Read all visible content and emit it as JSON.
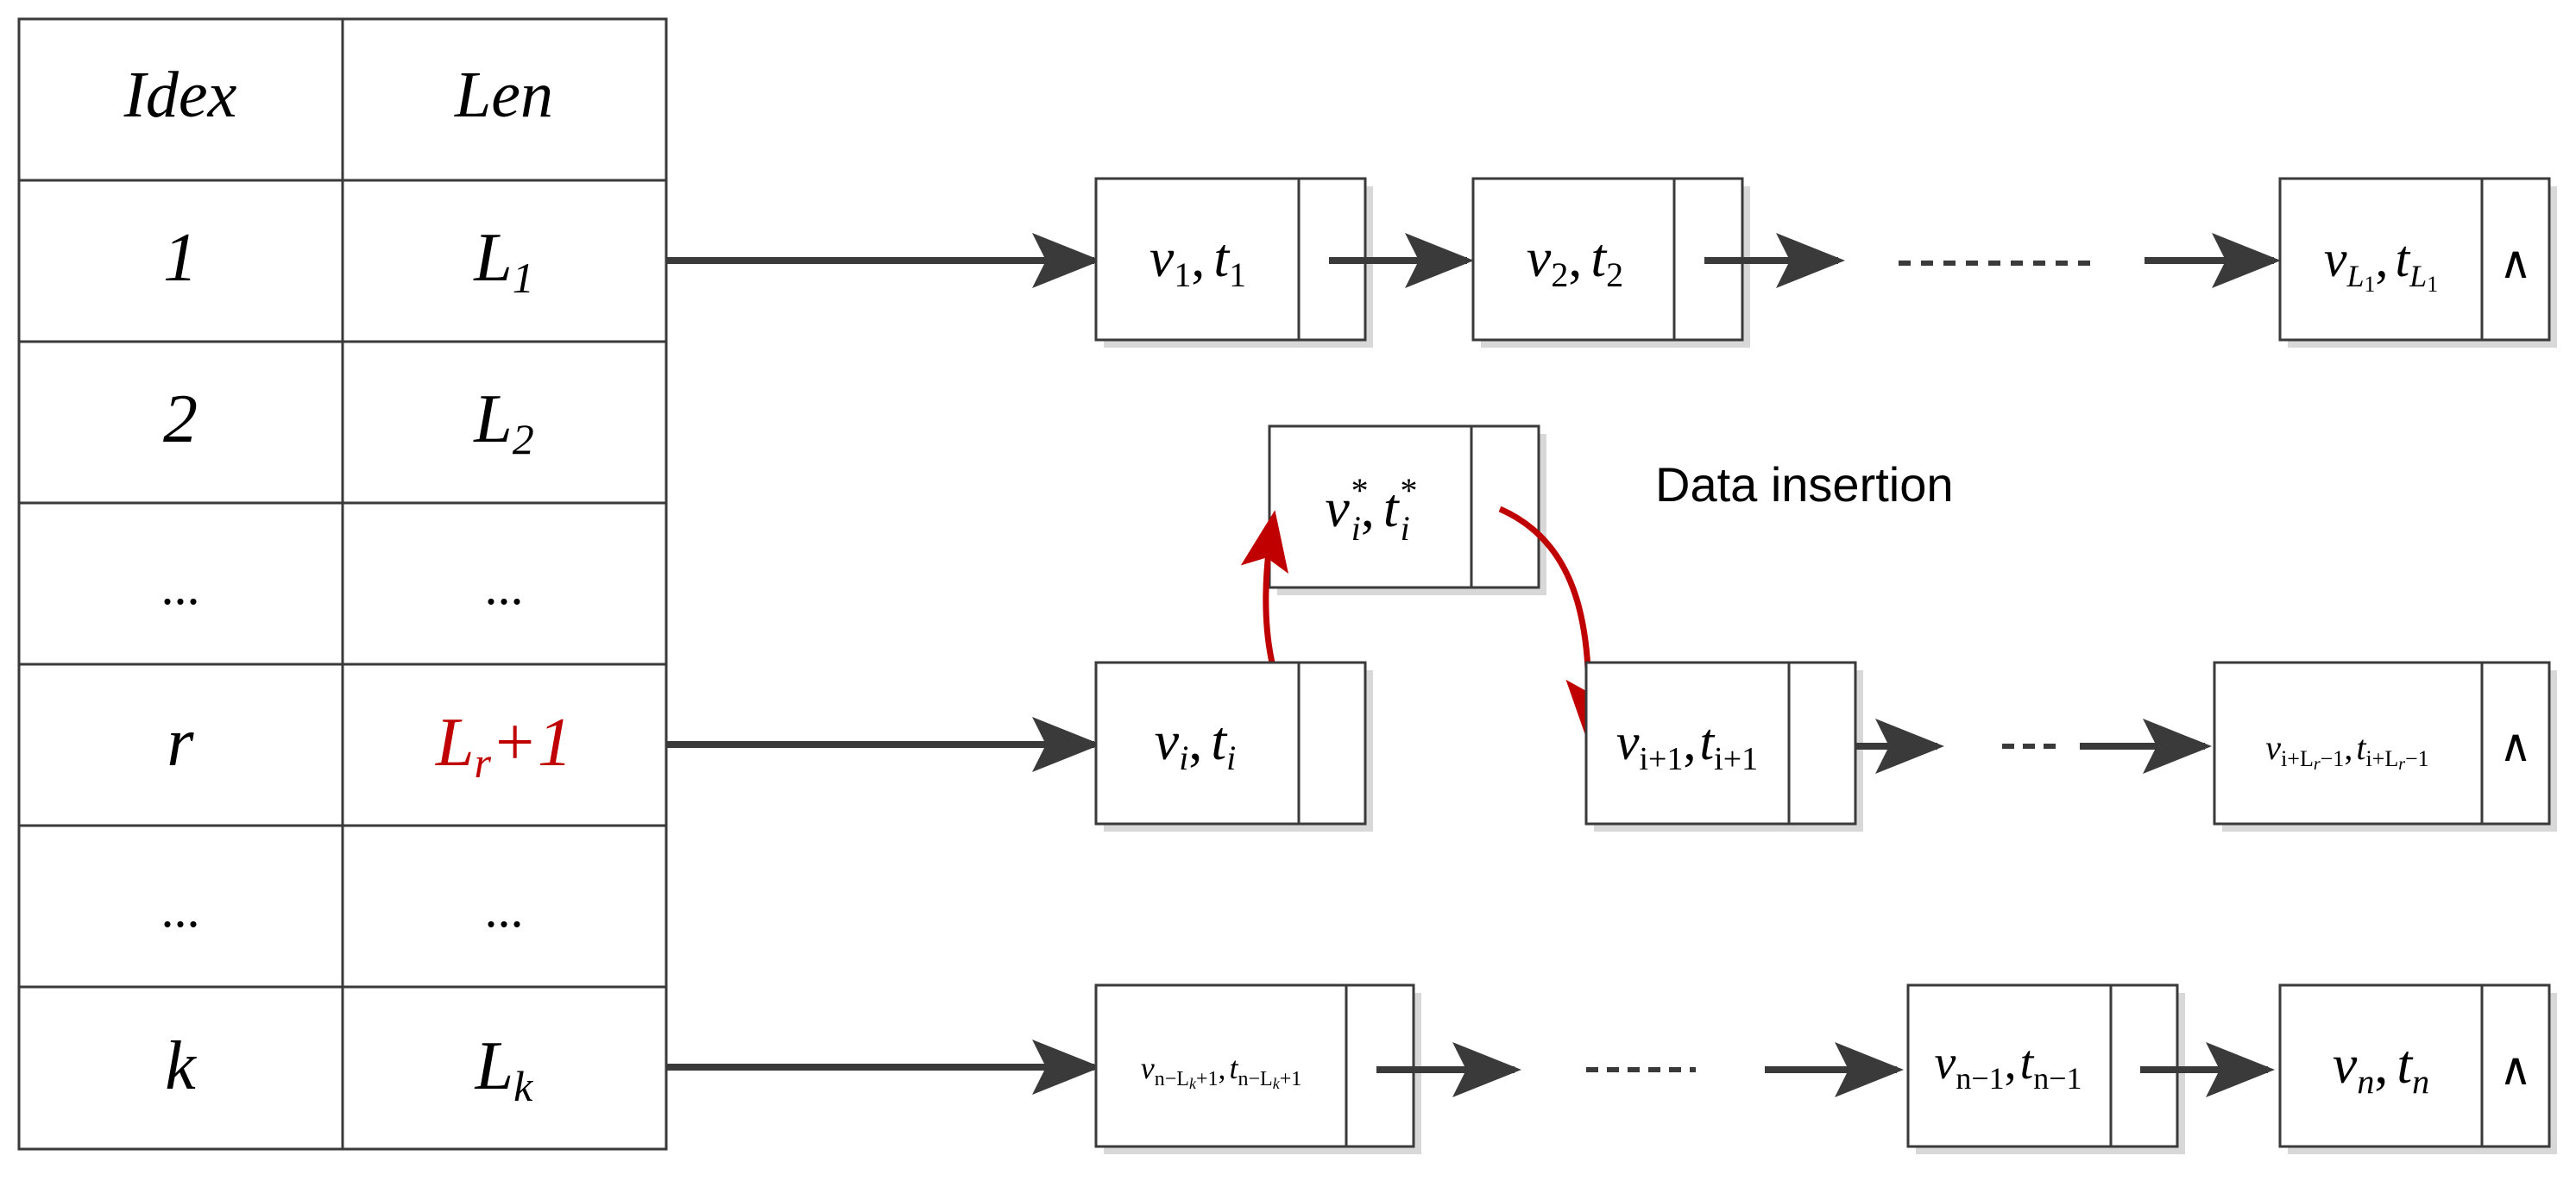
{
  "table": {
    "headers": [
      "Idex",
      "Len"
    ],
    "rows": [
      {
        "index": "1",
        "len_main": "L",
        "len_sub": "1",
        "len_tail": "",
        "highlight": false
      },
      {
        "index": "2",
        "len_main": "L",
        "len_sub": "2",
        "len_tail": "",
        "highlight": false
      },
      {
        "index": "...",
        "len_main": "...",
        "len_sub": "",
        "len_tail": "",
        "highlight": false
      },
      {
        "index": "r",
        "len_main": "L",
        "len_sub": "r",
        "len_tail": "+1",
        "highlight": true
      },
      {
        "index": "...",
        "len_main": "...",
        "len_sub": "",
        "len_tail": "",
        "highlight": false
      },
      {
        "index": "k",
        "len_main": "L",
        "len_sub": "k",
        "len_tail": "",
        "highlight": false
      }
    ]
  },
  "nodes": {
    "row1_n1": {
      "v": "v",
      "vsub": "1",
      "t": "t",
      "tsub": "1"
    },
    "row1_n2": {
      "v": "v",
      "vsub": "2",
      "t": "t",
      "tsub": "2"
    },
    "row1_last": {
      "v": "v",
      "vsub": "L",
      "vsub2": "1",
      "t": "t",
      "tsub": "L",
      "tsub2": "1"
    },
    "insert_node": {
      "v": "v",
      "vsub": "i",
      "vsup": "*",
      "t": "t",
      "tsub": "i",
      "tsup": "*"
    },
    "row_r_n1": {
      "v": "v",
      "vsub": "i",
      "t": "t",
      "tsub": "i"
    },
    "row_r_n2": {
      "v": "v",
      "vsub": "i+1",
      "t": "t",
      "tsub": "i+1"
    },
    "row_r_last": {
      "v": "v",
      "vsub": "i+L",
      "vsub2": "r",
      "vsub3": "−1",
      "t": "t",
      "tsub": "i+L",
      "tsub2": "r",
      "tsub3": "−1"
    },
    "row_k_n1": {
      "v": "v",
      "vsub": "n−L",
      "vsub2": "k",
      "vsub3": "+1",
      "t": "t",
      "tsub": "n−L",
      "tsub2": "k",
      "tsub3": "+1"
    },
    "row_k_n2": {
      "v": "v",
      "vsub": "n−1",
      "t": "t",
      "tsub": "n−1"
    },
    "row_k_last": {
      "v": "v",
      "vsub": "n",
      "t": "t",
      "tsub": "n"
    }
  },
  "null_symbol": "∧",
  "comma": ",",
  "ellipsis_dashes": "--------",
  "annotation": "Data insertion",
  "colors": {
    "line": "#3a3a3a",
    "accent": "#c00000",
    "shadow": "#d8d8d8"
  }
}
